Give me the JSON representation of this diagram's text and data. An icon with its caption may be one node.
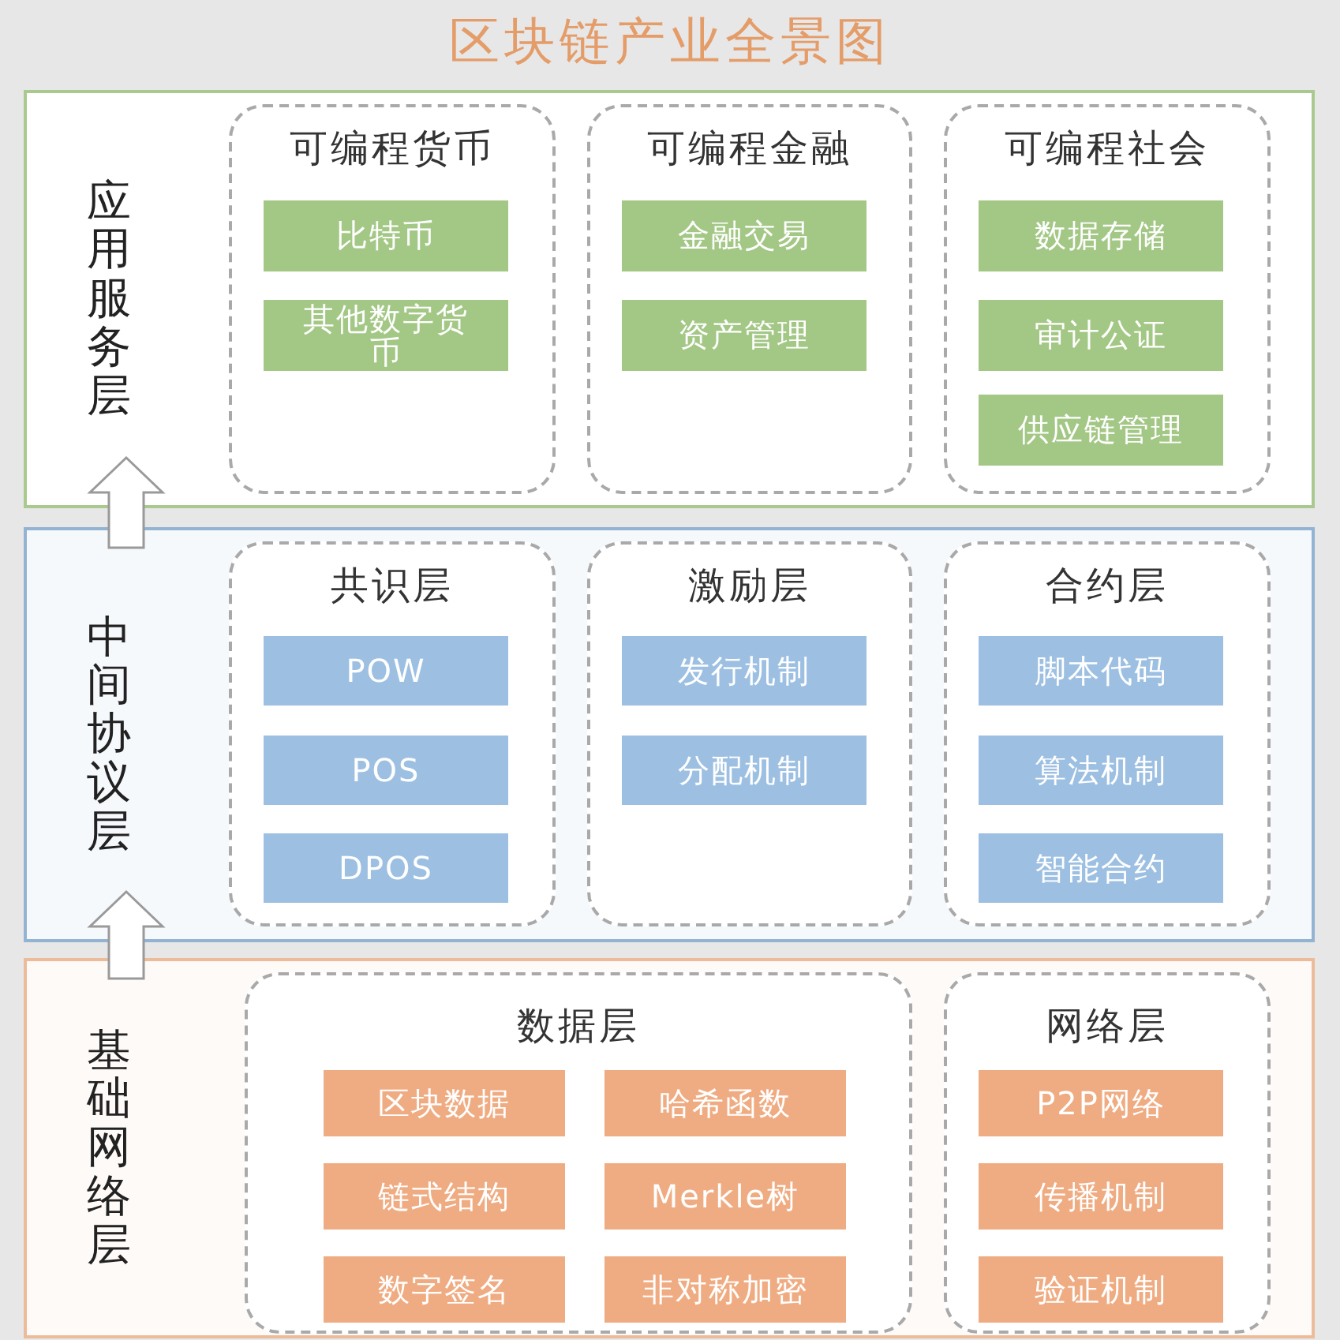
{
  "diagram": {
    "title": "区块链产业全景图",
    "nodes": [
      {
        "text": [
          "应用服务层"
        ]
      },
      {
        "text": [
          "可编程货币"
        ],
        "in": 0
      },
      {
        "text": [
          "比特币"
        ],
        "in": 1
      },
      {
        "text": [
          "其他数字货币"
        ],
        "in": 1
      },
      {
        "text": [
          "可编程金融"
        ],
        "in": 0
      },
      {
        "text": [
          "金融交易"
        ],
        "in": 4
      },
      {
        "text": [
          "资产管理"
        ],
        "in": 4
      },
      {
        "text": [
          "可编程社会"
        ],
        "in": 0
      },
      {
        "text": [
          "数据存储"
        ],
        "in": 7
      },
      {
        "text": [
          "审计公证"
        ],
        "in": 7
      },
      {
        "text": [
          "供应链管理"
        ],
        "in": 7
      },
      {
        "text": [
          "中间协议层"
        ]
      },
      {
        "text": [
          "共识层"
        ],
        "in": 11
      },
      {
        "text": [
          "POW"
        ],
        "in": 12
      },
      {
        "text": [
          "POS"
        ],
        "in": 12
      },
      {
        "text": [
          "DPOS"
        ],
        "in": 12
      },
      {
        "text": [
          "激励层"
        ],
        "in": 11
      },
      {
        "text": [
          "发行机制"
        ],
        "in": 16
      },
      {
        "text": [
          "分配机制"
        ],
        "in": 16
      },
      {
        "text": [
          "合约层"
        ],
        "in": 11
      },
      {
        "text": [
          "脚本代码"
        ],
        "in": 19
      },
      {
        "text": [
          "算法机制"
        ],
        "in": 19
      },
      {
        "text": [
          "智能合约"
        ],
        "in": 19
      },
      {
        "text": [
          "基础网络层"
        ]
      },
      {
        "text": [
          "数据层"
        ],
        "in": 23
      },
      {
        "text": [
          "区块数据"
        ],
        "in": 24
      },
      {
        "text": [
          "哈希函数"
        ],
        "in": 24
      },
      {
        "text": [
          "链式结构"
        ],
        "in": 24
      },
      {
        "text": [
          "Merkle树"
        ],
        "in": 24
      },
      {
        "text": [
          "数字签名"
        ],
        "in": 24
      },
      {
        "text": [
          "非对称加密"
        ],
        "in": 24
      },
      {
        "text": [
          "网络层"
        ],
        "in": 23
      },
      {
        "text": [
          "P2P网络"
        ],
        "in": 31
      },
      {
        "text": [
          "传播机制"
        ],
        "in": 31
      },
      {
        "text": [
          "验证机制"
        ],
        "in": 31
      }
    ],
    "edges": [
      {
        "from": 11,
        "to": 0,
        "arrow": "to"
      },
      {
        "from": 23,
        "to": 11,
        "arrow": "to"
      }
    ]
  }
}
